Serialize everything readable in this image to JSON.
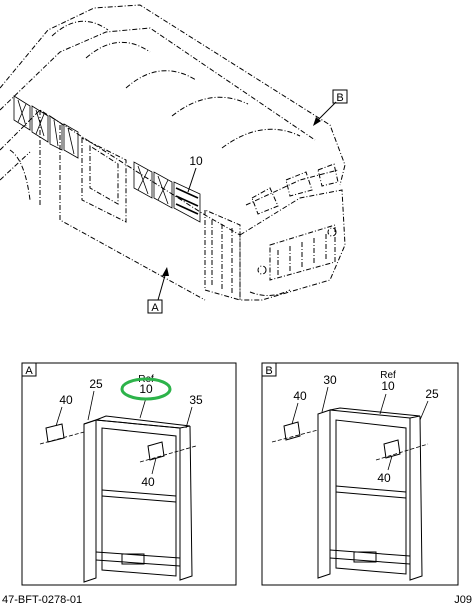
{
  "overview": {
    "callout_b": "B",
    "callout_a": "A",
    "label_10": "10"
  },
  "panel_a": {
    "tag": "A",
    "ref_text": "Ref",
    "ref_num": "10",
    "label_40_top": "40",
    "label_25": "25",
    "label_35": "35",
    "label_40_bottom": "40",
    "highlight_color": "#2db34a"
  },
  "panel_b": {
    "tag": "B",
    "ref_text": "Ref",
    "ref_num": "10",
    "label_40_top": "40",
    "label_30": "30",
    "label_25": "25",
    "label_40_bottom": "40"
  },
  "footer": {
    "part_number": "47-BFT-0278-01",
    "code": "J09"
  }
}
